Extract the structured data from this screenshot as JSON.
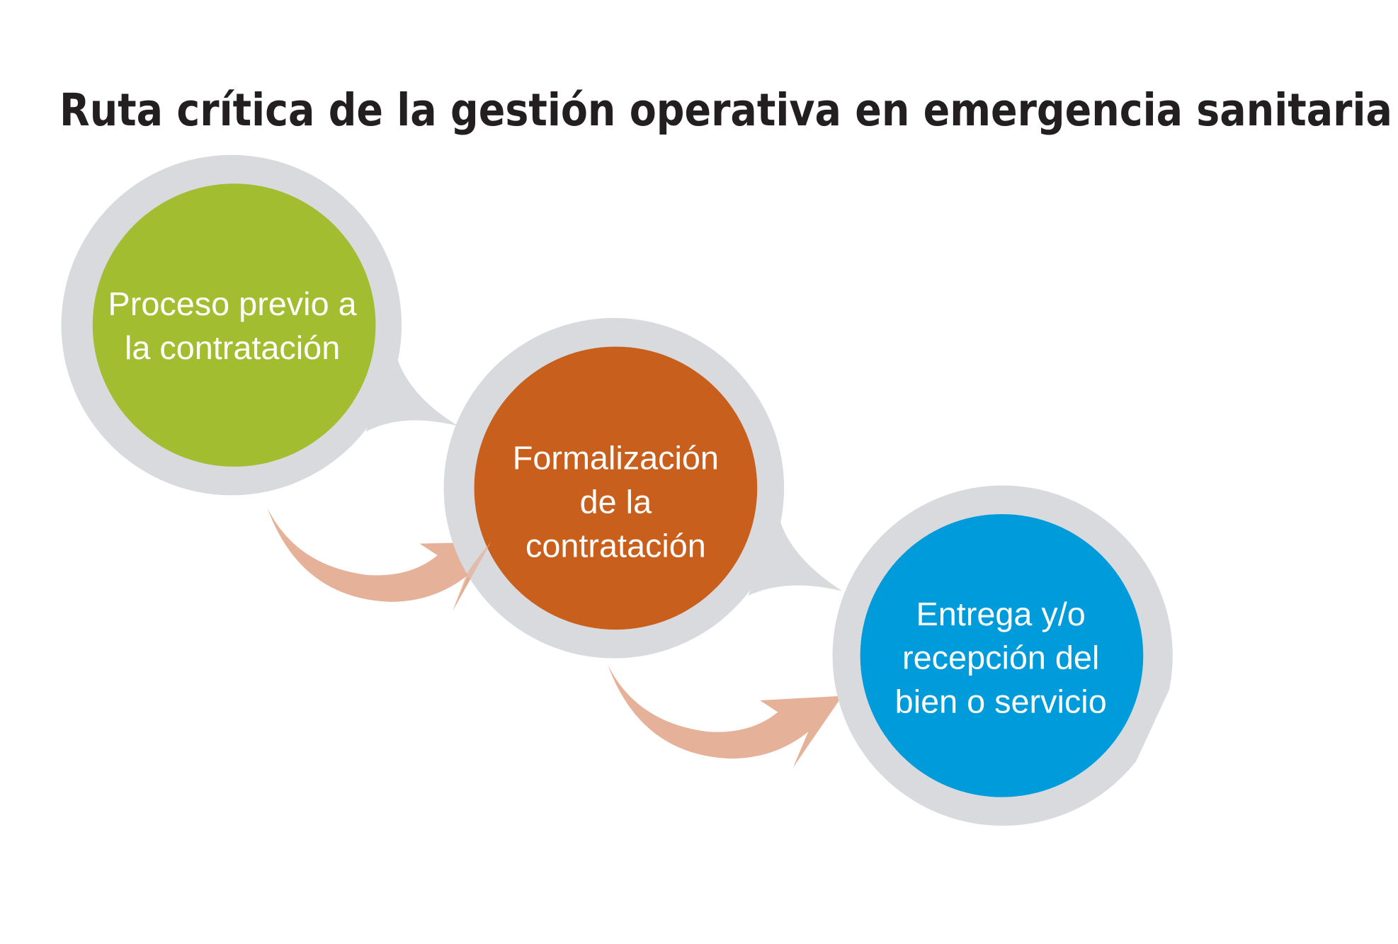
{
  "title": "Ruta crítica de la gestión operativa en emergencia sanitaria",
  "steps": [
    {
      "lines": [
        "Proceso previo a",
        "la contratación"
      ],
      "color": "#a3bd31"
    },
    {
      "lines": [
        "Formalización",
        "de la",
        "contratación"
      ],
      "color": "#c95f1c"
    },
    {
      "lines": [
        "Entrega y/o",
        "recepción del",
        "bien o servicio"
      ],
      "color": "#009bdb"
    }
  ],
  "colors": {
    "ring": "#d9dadd",
    "arrow": "#e3a88e"
  }
}
